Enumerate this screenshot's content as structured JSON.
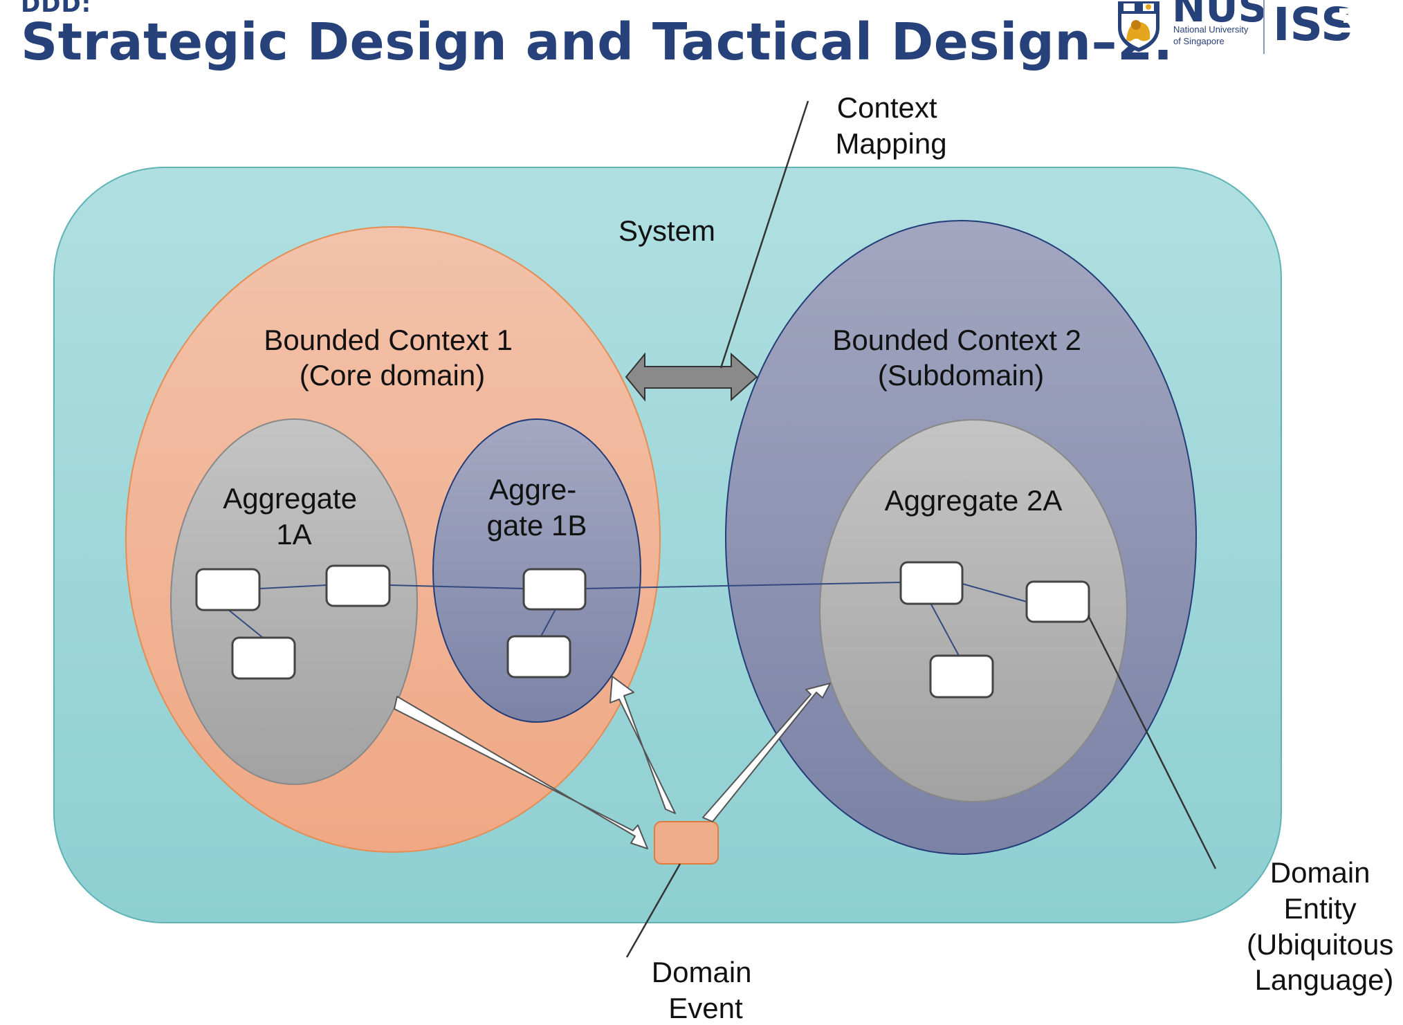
{
  "header": {
    "kicker": "DDD:",
    "title": "Strategic Design and Tactical Design–2."
  },
  "logos": {
    "nus_name": "NUS",
    "nus_sub_line1": "National University",
    "nus_sub_line2": "of Singapore",
    "iss_name": "ISS"
  },
  "diagram": {
    "system_label": "System",
    "context_mapping_label": [
      "Context",
      "Mapping"
    ],
    "bc1_label": [
      "Bounded Context 1",
      "(Core domain)"
    ],
    "bc2_label": [
      "Bounded Context 2",
      "(Subdomain)"
    ],
    "agg1a_label": [
      "Aggregate",
      "1A"
    ],
    "agg1b_label": [
      "Aggre-",
      "gate 1B"
    ],
    "agg2a_label": [
      "Aggregate 2A"
    ],
    "domain_event_label": [
      "Domain",
      "Event"
    ],
    "domain_entity_label": [
      "Domain",
      "Entity",
      "(Ubiquitous",
      "Language)"
    ]
  },
  "colors": {
    "title": "#27417a",
    "system_fill": "#9fd6d8",
    "system_stroke": "#5fb3b5",
    "core_domain_fill": "#f1b394",
    "core_domain_stroke": "#e58c52",
    "subdomain_fill": "#8d93b3",
    "subdomain_stroke": "#233c78",
    "aggregate_fill": "#b4b4b4",
    "aggregate_stroke": "#888888",
    "aggregate_1b_fill": "#8a92b2",
    "event_fill": "#f0ad8a",
    "event_stroke": "#e07a3f",
    "connector": "#334a80",
    "callout_line": "#333333"
  }
}
